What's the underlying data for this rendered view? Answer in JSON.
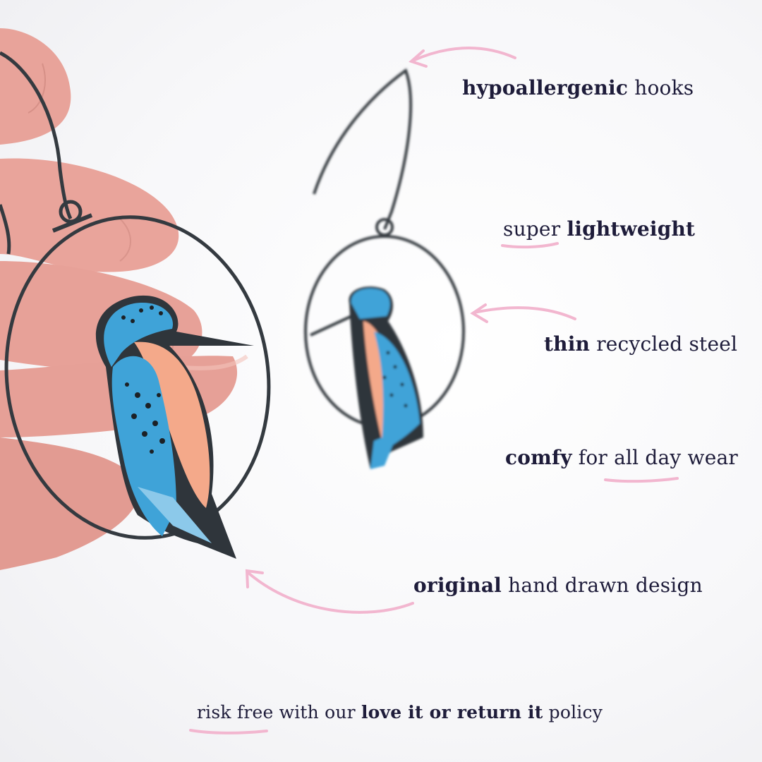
{
  "features": {
    "hooks": {
      "strong": "hypoallergenic",
      "rest": "hooks"
    },
    "weight": {
      "lead": "super",
      "strong": "lightweight"
    },
    "steel": {
      "strong": "thin",
      "rest": "recycled steel"
    },
    "comfort": {
      "strong": "comfy",
      "rest": "for all day wear"
    },
    "design": {
      "strong": "original",
      "rest": "hand drawn design"
    }
  },
  "policy": {
    "lead": "risk free with our",
    "strong": "love it or return it",
    "rest": "policy"
  },
  "colors": {
    "text": "#1e1c3a",
    "accent_pink": "#f2b6cf",
    "bird_blue": "#3fa3d8",
    "bird_orange": "#f4a98a",
    "steel": "#343a40"
  }
}
